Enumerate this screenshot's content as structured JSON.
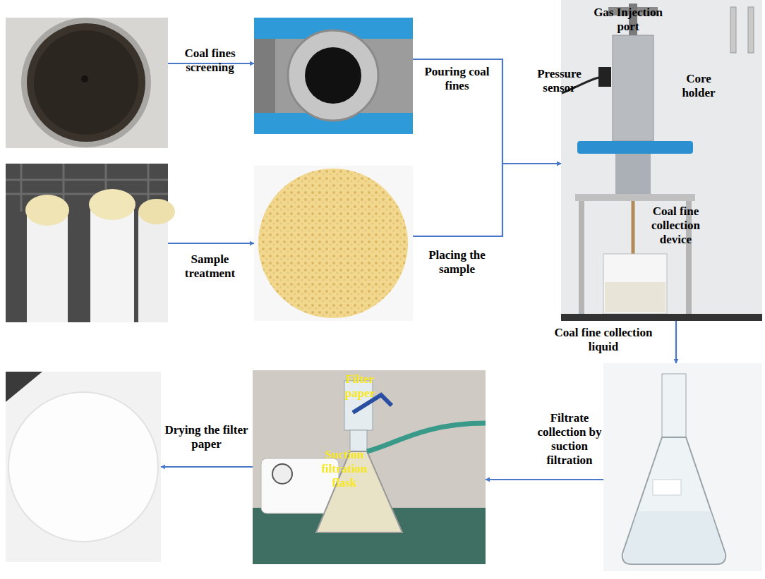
{
  "diagram": {
    "nodes": [
      {
        "text": []
      },
      {
        "text": []
      },
      {
        "text": []
      },
      {
        "text": []
      },
      {
        "text": [
          "Gas Injection port",
          "Pressure sensor",
          "Core holder",
          "Coal fine collection device"
        ]
      },
      {
        "text": []
      },
      {
        "text": [
          "Filter paper",
          "Suction filtration flask"
        ]
      },
      {
        "text": []
      }
    ],
    "edges": [
      {
        "from": 0,
        "to": 1,
        "arrow": "to",
        "label": "Coal fines screening"
      },
      {
        "from": 2,
        "to": 3,
        "arrow": "to",
        "label": "Sample treatment"
      },
      {
        "from": 1,
        "to": 4,
        "arrow": "to",
        "label": "Pouring coal fines"
      },
      {
        "from": 3,
        "to": 4,
        "arrow": "to",
        "label": "Placing the sample"
      },
      {
        "from": 4,
        "to": 5,
        "arrow": "to",
        "label": "Coal fine collection liquid"
      },
      {
        "from": 5,
        "to": 6,
        "arrow": "to",
        "label": "Filtrate collection by suction filtration"
      },
      {
        "from": 6,
        "to": 7,
        "arrow": "to",
        "label": "Drying the filter paper"
      }
    ]
  }
}
